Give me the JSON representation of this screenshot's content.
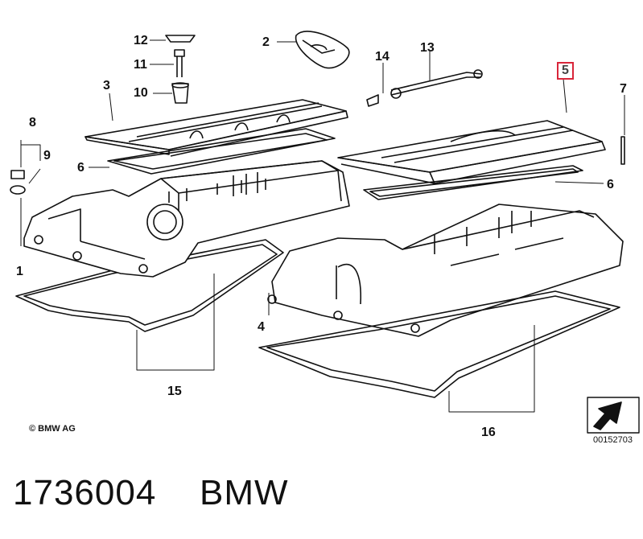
{
  "diagram": {
    "copyright": "© BMW AG",
    "reference_code": "00152703",
    "highlight_color": "#d9263a",
    "callouts": {
      "c1": "1",
      "c2": "2",
      "c3": "3",
      "c4": "4",
      "c5": "5",
      "c6a": "6",
      "c6b": "6",
      "c7": "7",
      "c8": "8",
      "c9": "9",
      "c10": "10",
      "c11": "11",
      "c12": "12",
      "c13": "13",
      "c14": "14",
      "c15": "15",
      "c16": "16"
    },
    "highlighted_callout": "5",
    "icons": [
      "direction-arrow-icon"
    ]
  },
  "footer": {
    "part_number": "1736004",
    "brand": "BMW"
  }
}
